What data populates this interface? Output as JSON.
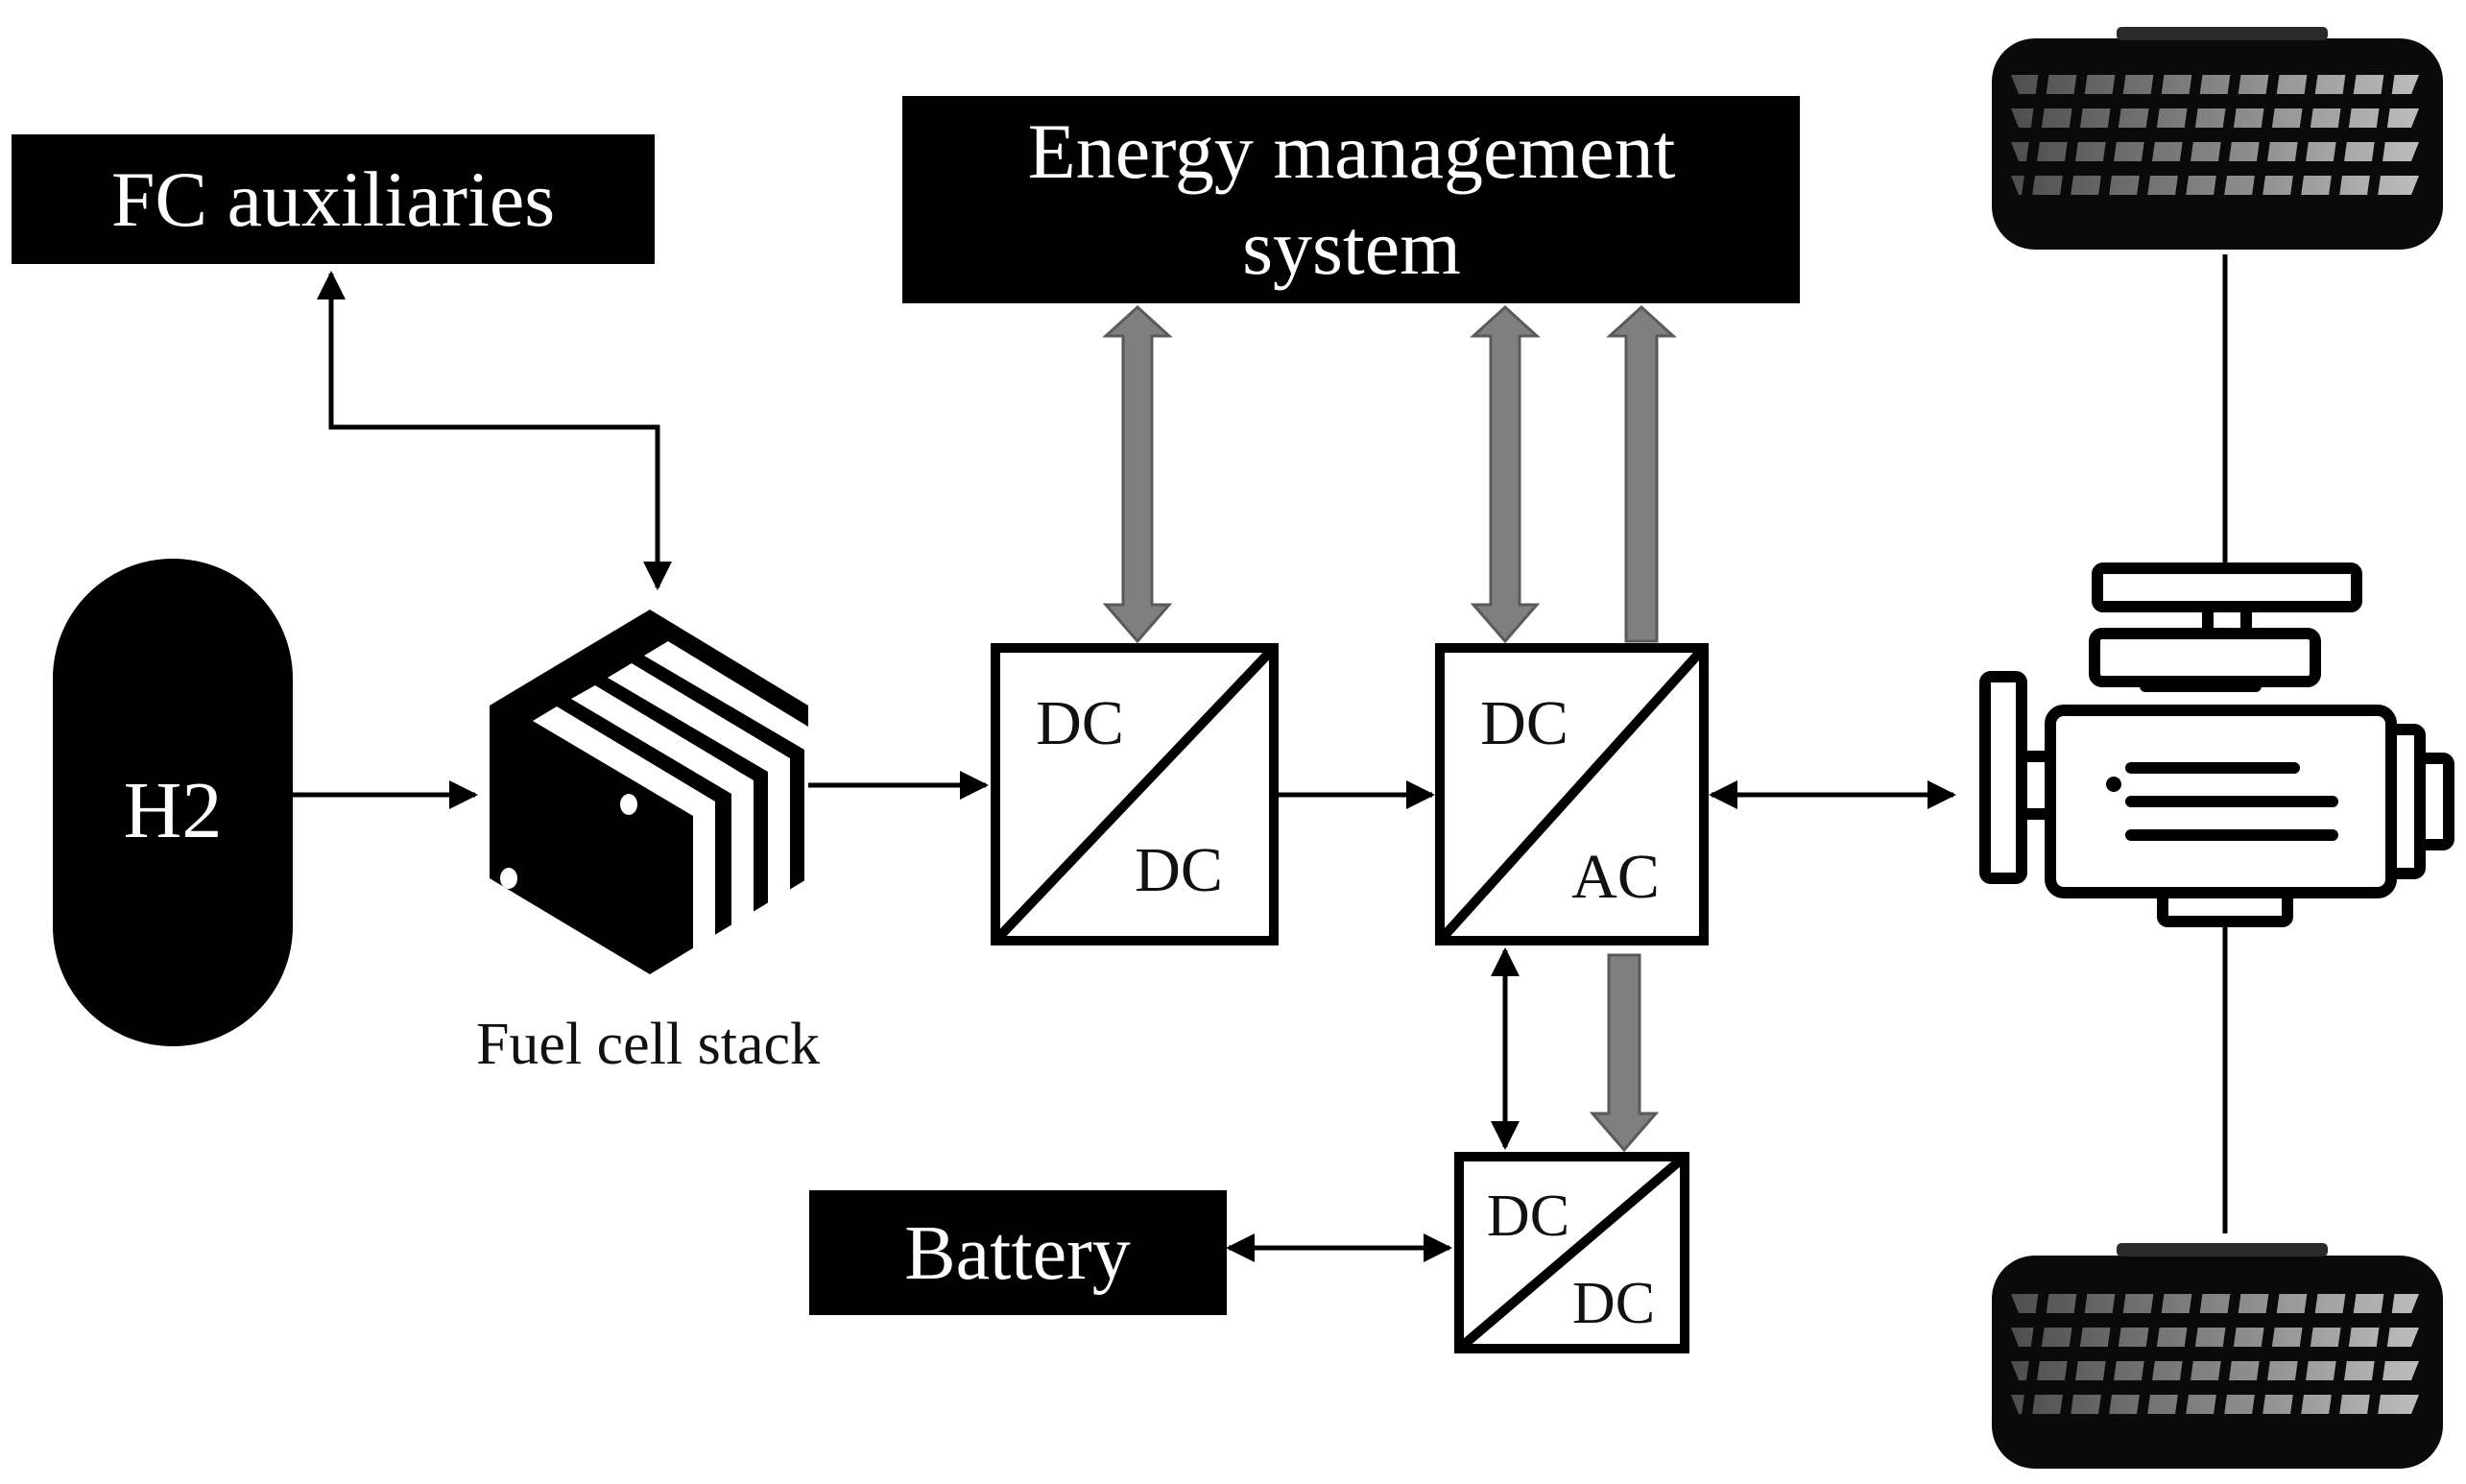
{
  "blocks": {
    "fc_auxiliaries": "FC auxiliaries",
    "ems_line1": "Energy management",
    "ems_line2": "system",
    "h2": "H2",
    "fuel_cell_caption": "Fuel cell stack",
    "battery": "Battery"
  },
  "converters": {
    "fc_converter": {
      "top": "DC",
      "bottom": "DC"
    },
    "inverter": {
      "top": "DC",
      "bottom": "AC"
    },
    "battery_converter": {
      "top": "DC",
      "bottom": "DC"
    }
  },
  "icons": {
    "fuel_cell": "fuel-cell-stack-icon",
    "motor": "electric-motor-icon",
    "wheels": "tire-icon"
  },
  "colors": {
    "block_fill": "#000000",
    "signal_arrow": "#7f7f7f",
    "text_light": "#ffffff"
  }
}
